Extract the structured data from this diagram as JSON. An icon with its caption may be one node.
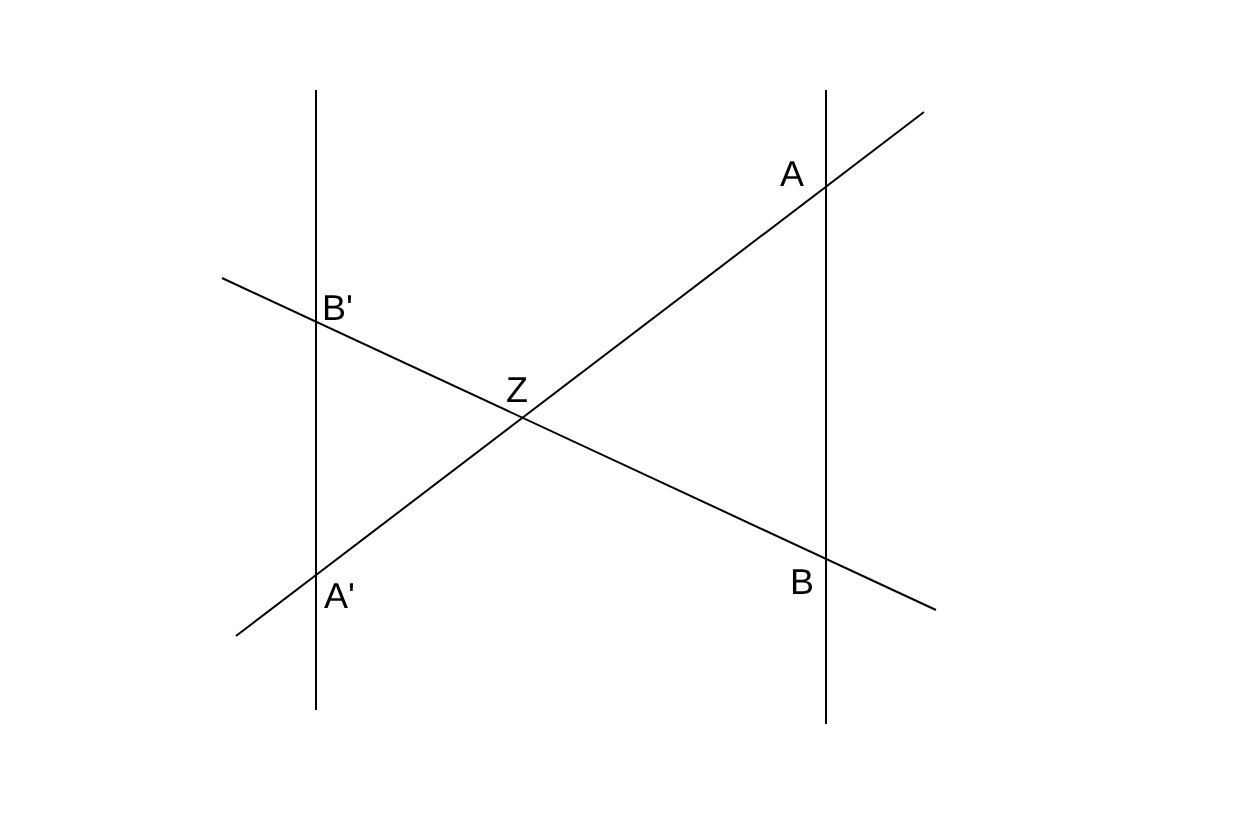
{
  "diagram": {
    "labels": [
      "A",
      "B'",
      "Z",
      "A'",
      "B"
    ]
  }
}
